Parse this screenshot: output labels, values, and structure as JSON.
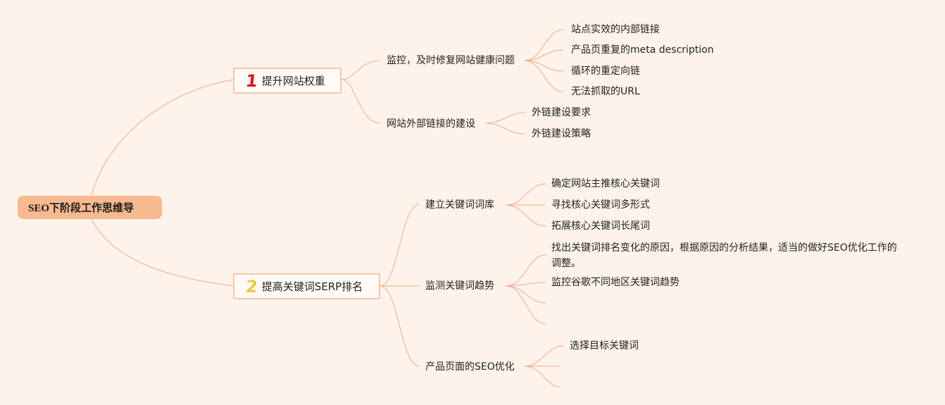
{
  "root": {
    "label": "SEO下阶段工作思维导"
  },
  "branches": [
    {
      "number": "1",
      "number_color": "#d5182a",
      "label": "提升网站权重",
      "subtopics": [
        {
          "label": "监控，及时修复网站健康问题",
          "items": [
            "站点实效的内部链接",
            "产品页重复的meta description",
            "循环的重定向链",
            "无法抓取的URL"
          ]
        },
        {
          "label": "网站外部链接的建设",
          "items": [
            "外链建设要求",
            "外链建设策略"
          ]
        }
      ]
    },
    {
      "number": "2",
      "number_color": "#f0c846",
      "label": "提高关键词SERP排名",
      "subtopics": [
        {
          "label": "建立关键词词库",
          "items": [
            "确定网站主推核心关键词",
            "寻找核心关键词多形式",
            "拓展核心关键词长尾词"
          ]
        },
        {
          "label": "监测关键词趋势",
          "items": [
            "找出关键词排名变化的原因，根据原因的分析结果，适当的做好SEO优化工作的调整。",
            "监控谷歌不同地区关键词趋势"
          ]
        },
        {
          "label": "产品页面的SEO优化",
          "items": [
            "选择目标关键词"
          ]
        }
      ]
    }
  ],
  "colors": {
    "background": "#fdf3ea",
    "line": "#f3a98a",
    "root_fill": "#f7b98f",
    "topic_border": "#f6c7a8"
  }
}
